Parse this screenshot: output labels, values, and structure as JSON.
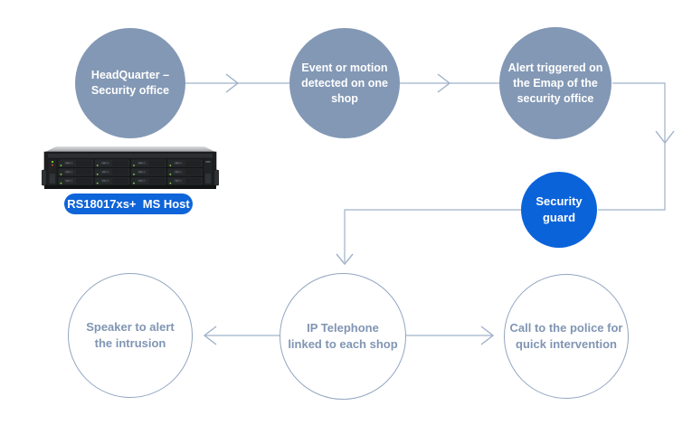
{
  "diagram": {
    "type": "flowchart",
    "nodes": {
      "headquarter": {
        "style": "filled-gray",
        "lines": [
          "HeadQuarter –",
          "Security office"
        ]
      },
      "event": {
        "style": "filled-gray",
        "lines": [
          "Event or motion",
          "detected on one",
          "shop"
        ]
      },
      "alert": {
        "style": "filled-gray",
        "lines": [
          "Alert triggered on",
          "the Emap of the",
          "security office"
        ]
      },
      "guard": {
        "style": "filled-blue",
        "lines": [
          "Security",
          "guard"
        ]
      },
      "speaker": {
        "style": "outlined",
        "lines": [
          "Speaker to alert",
          "the intrusion"
        ]
      },
      "phone": {
        "style": "outlined",
        "lines": [
          "IP Telephone",
          "linked to each shop"
        ]
      },
      "police": {
        "style": "outlined",
        "lines": [
          "Call to the police for",
          "quick intervention"
        ]
      }
    },
    "edges": [
      {
        "from": "headquarter",
        "to": "event"
      },
      {
        "from": "event",
        "to": "alert"
      },
      {
        "from": "alert",
        "to": "guard"
      },
      {
        "from": "guard",
        "to": "phone"
      },
      {
        "from": "phone",
        "to": "speaker"
      },
      {
        "from": "phone",
        "to": "police"
      }
    ],
    "server": {
      "badge_label": "RS18017xs+  MS Host"
    },
    "colors": {
      "node_gray": "#8398B5",
      "node_blue": "#0B63DA",
      "badge_blue": "#0E64D9",
      "outline": "#92A6C1",
      "connector": "#9FB2C9",
      "outlined_text": "#8095B3",
      "filled_text": "#FFFFFF"
    }
  }
}
